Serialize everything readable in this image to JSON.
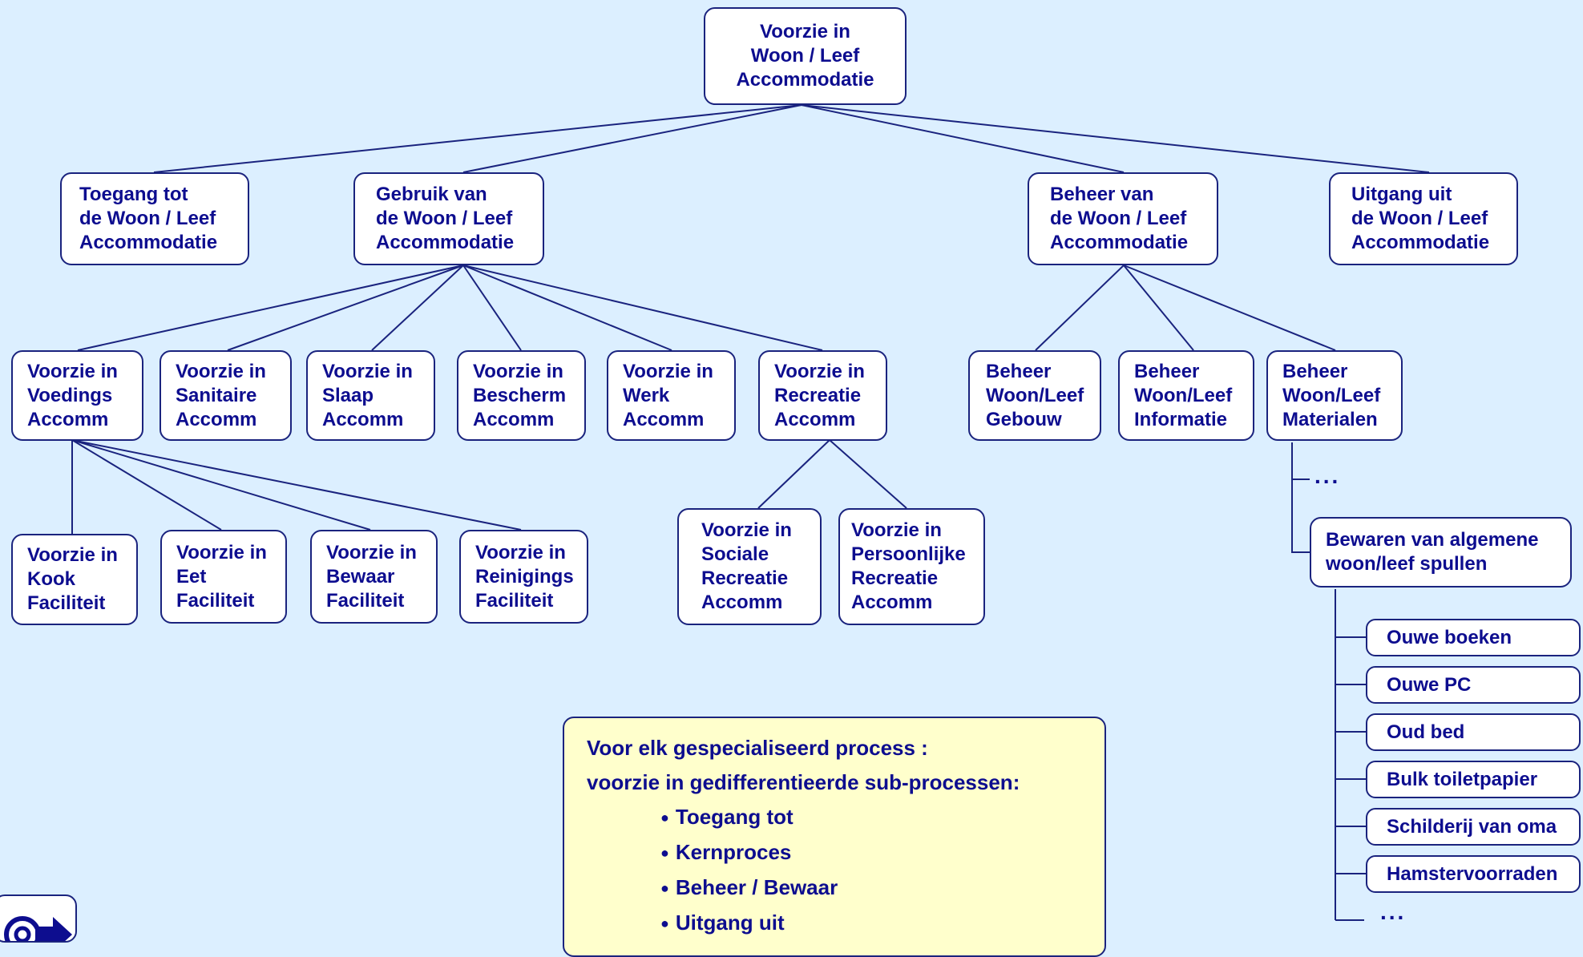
{
  "nodes": {
    "root": [
      "Voorzie  in",
      "Woon / Leef",
      "Accommodatie"
    ],
    "toegang": [
      "Toegang tot",
      "de Woon / Leef",
      "Accommodatie"
    ],
    "gebruik": [
      "Gebruik van",
      "de Woon / Leef",
      "Accommodatie"
    ],
    "beheer": [
      "Beheer van",
      "de Woon / Leef",
      "Accommodatie"
    ],
    "uitgang": [
      "Uitgang uit",
      "de Woon / Leef",
      "Accommodatie"
    ],
    "voedings": [
      "Voorzie in",
      "Voedings",
      "Accomm"
    ],
    "sanitaire": [
      "Voorzie in",
      "Sanitaire",
      "Accomm"
    ],
    "slaap": [
      "Voorzie in",
      "Slaap",
      "Accomm"
    ],
    "bescherm": [
      "Voorzie in",
      "Bescherm",
      "Accomm"
    ],
    "werk": [
      "Voorzie in",
      "Werk",
      "Accomm"
    ],
    "recreatie": [
      "Voorzie in",
      "Recreatie",
      "Accomm"
    ],
    "beheer_gebouw": [
      "Beheer",
      "Woon/Leef",
      "Gebouw"
    ],
    "beheer_informatie": [
      "Beheer",
      "Woon/Leef",
      "Informatie"
    ],
    "beheer_materialen": [
      "Beheer",
      "Woon/Leef",
      "Materialen"
    ],
    "kook": [
      "Voorzie in",
      "Kook",
      "Faciliteit"
    ],
    "eet": [
      "Voorzie in",
      "Eet",
      "Faciliteit"
    ],
    "bewaar": [
      "Voorzie in",
      "Bewaar",
      "Faciliteit"
    ],
    "reinigings": [
      "Voorzie in",
      "Reinigings",
      "Faciliteit"
    ],
    "sociale": [
      "Voorzie in",
      "Sociale",
      "Recreatie",
      "Accomm"
    ],
    "persoonlijke": [
      "Voorzie in",
      "Persoonlijke",
      "Recreatie",
      "Accomm"
    ],
    "bewaren": [
      "Bewaren van algemene",
      "woon/leef spullen"
    ]
  },
  "stored_items": [
    "Ouwe boeken",
    "Ouwe PC",
    "Oud bed",
    "Bulk toiletpapier",
    "Schilderij van oma",
    "Hamstervoorraden"
  ],
  "ellipsis": "...",
  "note": {
    "line1": "Voor elk gespecialiseerd process :",
    "line2": "voorzie in gedifferentieerde sub-processen:",
    "bullets": [
      "Toegang tot",
      "Kernproces",
      "Beheer / Bewaar",
      "Uitgang uit"
    ]
  },
  "colors": {
    "background": "#dcefff",
    "border": "#1a237e",
    "text": "#0d0d8f",
    "note_fill": "#ffffcc"
  }
}
